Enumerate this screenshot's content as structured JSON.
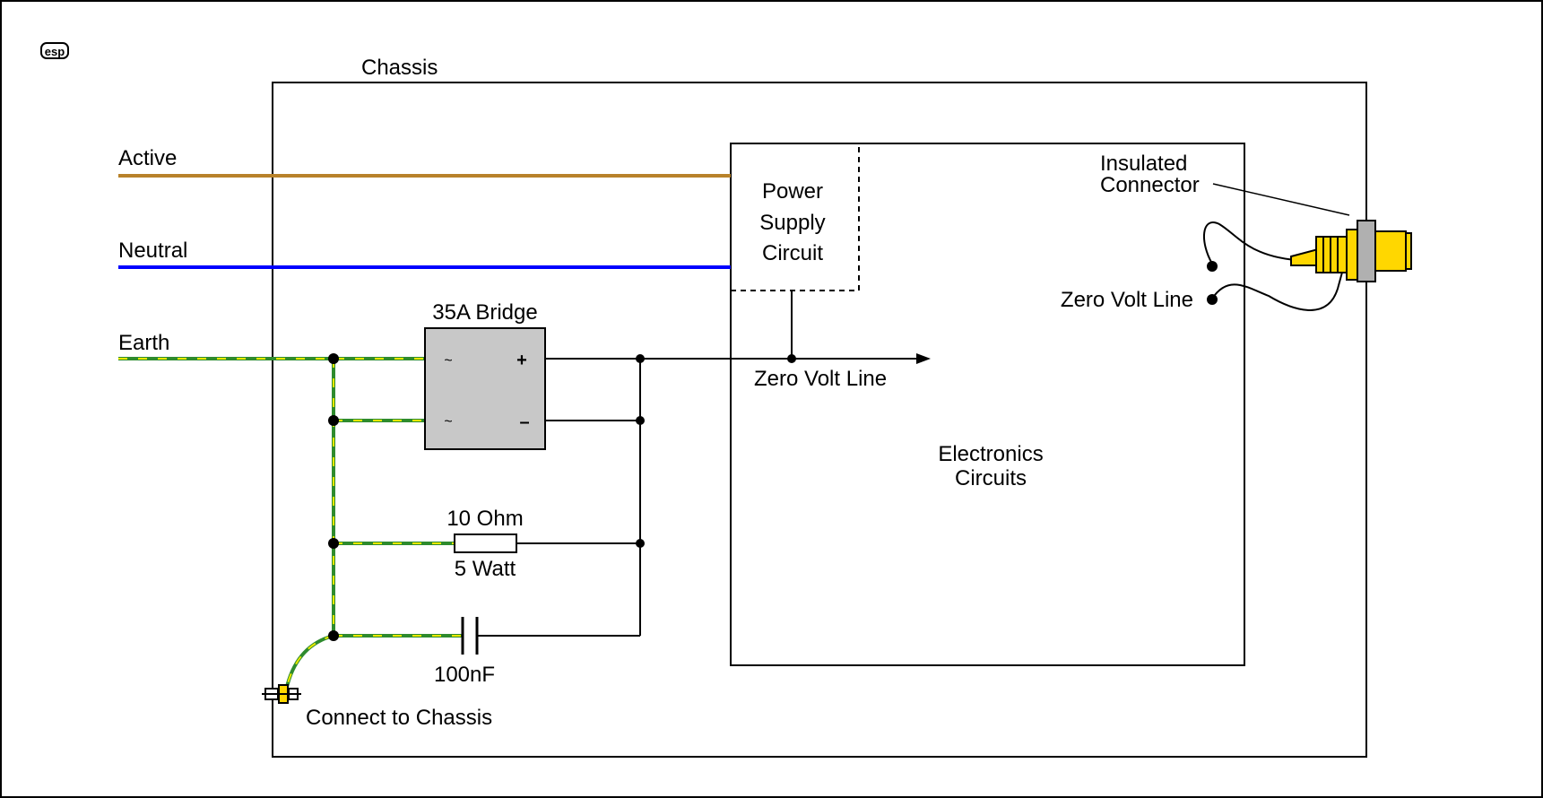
{
  "logo": {
    "text": "esp"
  },
  "chassis": {
    "label": "Chassis"
  },
  "mains": {
    "active_label": "Active",
    "neutral_label": "Neutral",
    "earth_label": "Earth"
  },
  "power_supply": {
    "line1": "Power",
    "line2": "Supply",
    "line3": "Circuit"
  },
  "bridge": {
    "label": "35A Bridge",
    "ac1": "~",
    "ac2": "~",
    "plus": "+",
    "minus": "–"
  },
  "resistor": {
    "value_label": "10 Ohm",
    "power_label": "5 Watt"
  },
  "capacitor": {
    "value_label": "100nF"
  },
  "zero_volt_line_label": "Zero Volt Line",
  "zero_volt_line_connector_label": "Zero Volt Line",
  "electronics": {
    "line1": "Electronics",
    "line2": "Circuits"
  },
  "insulated_connector": {
    "line1": "Insulated",
    "line2": "Connector"
  },
  "chassis_connect_label": "Connect to Chassis",
  "colors": {
    "active": "#b8822a",
    "neutral": "#0000ff",
    "earth_green": "#2e8b2e",
    "earth_yellow": "#e8e800",
    "connector_gold": "#ffd700",
    "bridge_fill": "#c8c8c8",
    "connector_body": "#b0b0b0"
  }
}
